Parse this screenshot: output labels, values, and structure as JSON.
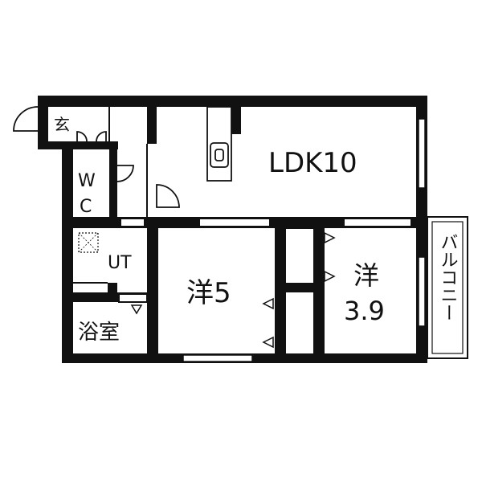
{
  "rooms": {
    "entrance": "玄",
    "wc_line1": "W",
    "wc_line2": "C",
    "utility": "UT",
    "bath": "浴室",
    "ldk": "LDK10",
    "western1": "洋5",
    "western2_line1": "洋",
    "western2_line2": "3.9",
    "balcony": "バルコニー"
  },
  "icons": {
    "washing_machine": "washing-machine-icon",
    "kitchen_sink": "kitchen-counter-icon",
    "door_swing": "door-swing-icon"
  },
  "colors": {
    "wall": "#111111",
    "background": "#ffffff",
    "window": "#ffffff",
    "line": "#111111"
  }
}
